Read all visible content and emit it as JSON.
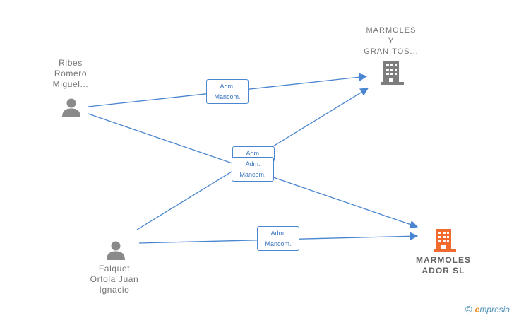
{
  "nodes": {
    "person_ribes": {
      "lines": [
        "Ribes",
        "Romero",
        "Miguel..."
      ]
    },
    "person_falquet": {
      "lines": [
        "Falquet",
        "Ortola Juan",
        "Ignacio"
      ]
    },
    "company_granitos": {
      "lines": [
        "MARMOLES",
        "Y",
        "GRANITOS..."
      ]
    },
    "company_ador": {
      "lines": [
        "MARMOLES",
        "ADOR  SL"
      ]
    }
  },
  "edge_labels": {
    "ribes_granitos": [
      "Adm.",
      "Mancom."
    ],
    "ribes_ador": [
      "Adm."
    ],
    "falquet_granitos": [
      "Adm.",
      "Mancom."
    ],
    "falquet_ador": [
      "Adm.",
      "Mancom."
    ]
  },
  "colors": {
    "edge": "#4a86cf",
    "person_icon": "#8a8a8a",
    "company_icon": "#7d7d7d",
    "company_highlight": "#f26a2e"
  },
  "brand": {
    "symbol": "©",
    "initial": "e",
    "rest": "mpresia"
  }
}
